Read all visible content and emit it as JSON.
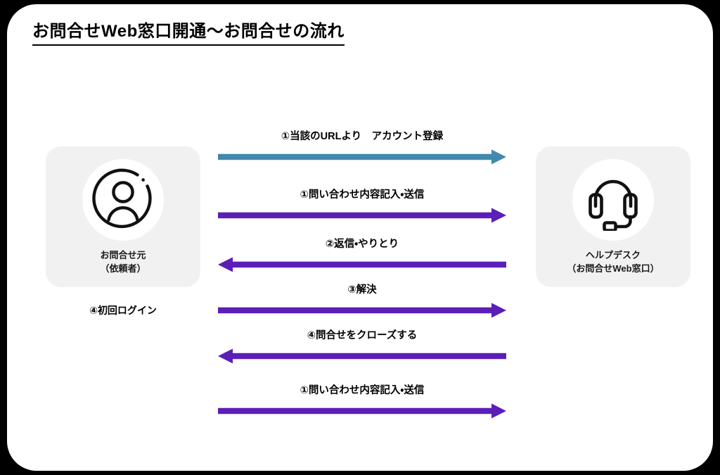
{
  "page": {
    "title": "お問合せWeb窓口開通〜お問合せの流れ",
    "background_color": "#000000",
    "card_color": "#ffffff"
  },
  "colors": {
    "accent_teal": "#4189ae",
    "accent_purple": "#5b1fb8",
    "actor_box": "#f1f1f1",
    "icon_stroke": "#111111",
    "text": "#000000"
  },
  "actors": {
    "left": {
      "icon": "user-circle-icon",
      "label_line1": "お問合せ元",
      "label_line2": "（依頼者）",
      "note": "④初回ログイン"
    },
    "right": {
      "icon": "headset-icon",
      "label_line1": "ヘルプデスク",
      "label_line2": "（お問合せWeb窓口）"
    }
  },
  "flow": {
    "steps": [
      {
        "label": "①当該のURLより　アカウント登録",
        "direction": "right",
        "color": "#4189ae"
      },
      {
        "label": "①問い合わせ内容記入・送信",
        "direction": "right",
        "color": "#5b1fb8"
      },
      {
        "label": "②返信・やりとり",
        "direction": "left",
        "color": "#5b1fb8"
      },
      {
        "label": "③解決",
        "direction": "right",
        "color": "#5b1fb8"
      },
      {
        "label": "④問合せをクローズする",
        "direction": "left",
        "color": "#5b1fb8"
      },
      {
        "label": "①問い合わせ内容記入・送信",
        "direction": "right",
        "color": "#5b1fb8"
      }
    ]
  }
}
